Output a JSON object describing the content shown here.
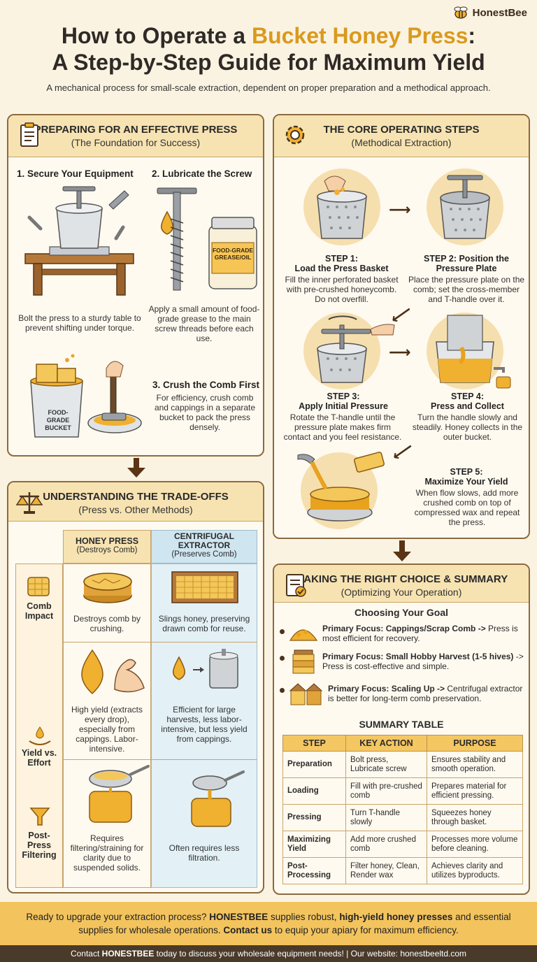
{
  "brand": {
    "name": "HonestBee"
  },
  "header": {
    "title_line1_pre": "How to Operate a ",
    "title_line1_hl": "Bucket Honey Press",
    "title_line1_post": ":",
    "title_line2": "A Step-by-Step Guide for Maximum Yield",
    "subtitle": "A mechanical process for small-scale extraction, dependent on proper preparation and a methodical approach."
  },
  "prep": {
    "title": "PREPARING FOR AN EFFECTIVE PRESS",
    "subtitle": "(The Foundation for Success)",
    "step1": {
      "title": "1. Secure Your Equipment",
      "text": "Bolt the press to a sturdy table to prevent shifting under torque."
    },
    "step2": {
      "title": "2. Lubricate the Screw",
      "text": "Apply a small amount of food-grade grease to the main screw threads before each use.",
      "jar_label": "FOOD-GRADE GREASE/OIL"
    },
    "step3": {
      "title": "3. Crush the Comb First",
      "text": "For efficiency, crush comb and cappings in a separate bucket to pack the press densely.",
      "bucket_label": "FOOD-GRADE BUCKET"
    }
  },
  "core": {
    "title": "THE CORE OPERATING STEPS",
    "subtitle": "(Methodical Extraction)",
    "steps": [
      {
        "num": "STEP 1:",
        "name": "Load the Press Basket",
        "text": "Fill the inner perforated basket with pre-crushed honeycomb. Do not overfill."
      },
      {
        "num": "STEP 2: Position the",
        "name": "Pressure Plate",
        "text": "Place the pressure plate on the comb; set the cross-member and T-handle over it."
      },
      {
        "num": "STEP 3:",
        "name": "Apply Initial Pressure",
        "text": "Rotate the T-handle until the pressure plate makes firm contact and you feel resistance."
      },
      {
        "num": "STEP 4:",
        "name": "Press and Collect",
        "text": "Turn the handle slowly and steadily. Honey collects in the outer bucket."
      },
      {
        "num": "STEP 5:",
        "name": "Maximize Your Yield",
        "text": "When flow slows, add more crushed comb on top of compressed wax and repeat the press."
      }
    ]
  },
  "tradeoffs": {
    "title": "UNDERSTANDING THE TRADE-OFFS",
    "subtitle": "(Press vs. Other Methods)",
    "col1": {
      "title": "HONEY PRESS",
      "sub": "(Destroys Comb)"
    },
    "col2": {
      "title": "CENTRIFUGAL EXTRACTOR",
      "sub": "(Preserves Comb)"
    },
    "rows": [
      {
        "label": "Comb Impact",
        "press": "Destroys comb by crushing.",
        "extractor": "Slings honey, preserving drawn comb for reuse."
      },
      {
        "label": "Yield vs. Effort",
        "press": "High yield (extracts every drop), especially from cappings. Labor-intensive.",
        "extractor": "Efficient for large harvests, less labor-intensive, but less yield from cappings."
      },
      {
        "label": "Post-Press Filtering",
        "press": "Requires filtering/straining for clarity due to suspended solids.",
        "extractor": "Often requires less filtration."
      }
    ]
  },
  "choice": {
    "title": "MAKING THE RIGHT CHOICE & SUMMARY",
    "subtitle": "(Optimizing Your Operation)",
    "goal_title": "Choosing Your Goal",
    "goals": [
      {
        "bold": "Primary Focus: Cappings/Scrap Comb ->",
        "rest": " Press is most efficient for recovery."
      },
      {
        "bold": "Primary Focus: Small Hobby Harvest (1-5 hives)",
        "rest": " -> Press is cost-effective and simple."
      },
      {
        "bold": "Primary Focus: Scaling Up ->",
        "rest": " Centrifugal extractor is better for long-term comb preservation."
      }
    ],
    "summary_title": "SUMMARY TABLE",
    "headers": [
      "STEP",
      "KEY ACTION",
      "PURPOSE"
    ],
    "rows": [
      [
        "Preparation",
        "Bolt press, Lubricate screw",
        "Ensures stability and smooth operation."
      ],
      [
        "Loading",
        "Fill with pre-crushed comb",
        "Prepares material for efficient pressing."
      ],
      [
        "Pressing",
        "Turn T-handle slowly",
        "Squeezes honey through basket."
      ],
      [
        "Maximizing Yield",
        "Add more crushed comb",
        "Processes more volume before cleaning."
      ],
      [
        "Post-Processing",
        "Filter honey, Clean, Render wax",
        "Achieves clarity and utilizes byproducts."
      ]
    ]
  },
  "cta": {
    "p1": "Ready to upgrade your extraction process? ",
    "b1": "HONESTBEE",
    "p2": " supplies robust, ",
    "b2": "high-yield honey presses",
    "p3": " and essential supplies for wholesale operations. ",
    "b3": "Contact us",
    "p4": " to equip your apiary for maximum efficiency."
  },
  "footer": {
    "pre": "Contact ",
    "brand": "HONESTBEE",
    "post": " today to discuss your wholesale equipment needs!  |  Our website: honestbeeltd.com"
  },
  "colors": {
    "honey": "#f0b030",
    "panel_border": "#8c6a3e",
    "header_bg": "#f7e3b2",
    "extractor_bg": "#e3f0f6"
  }
}
